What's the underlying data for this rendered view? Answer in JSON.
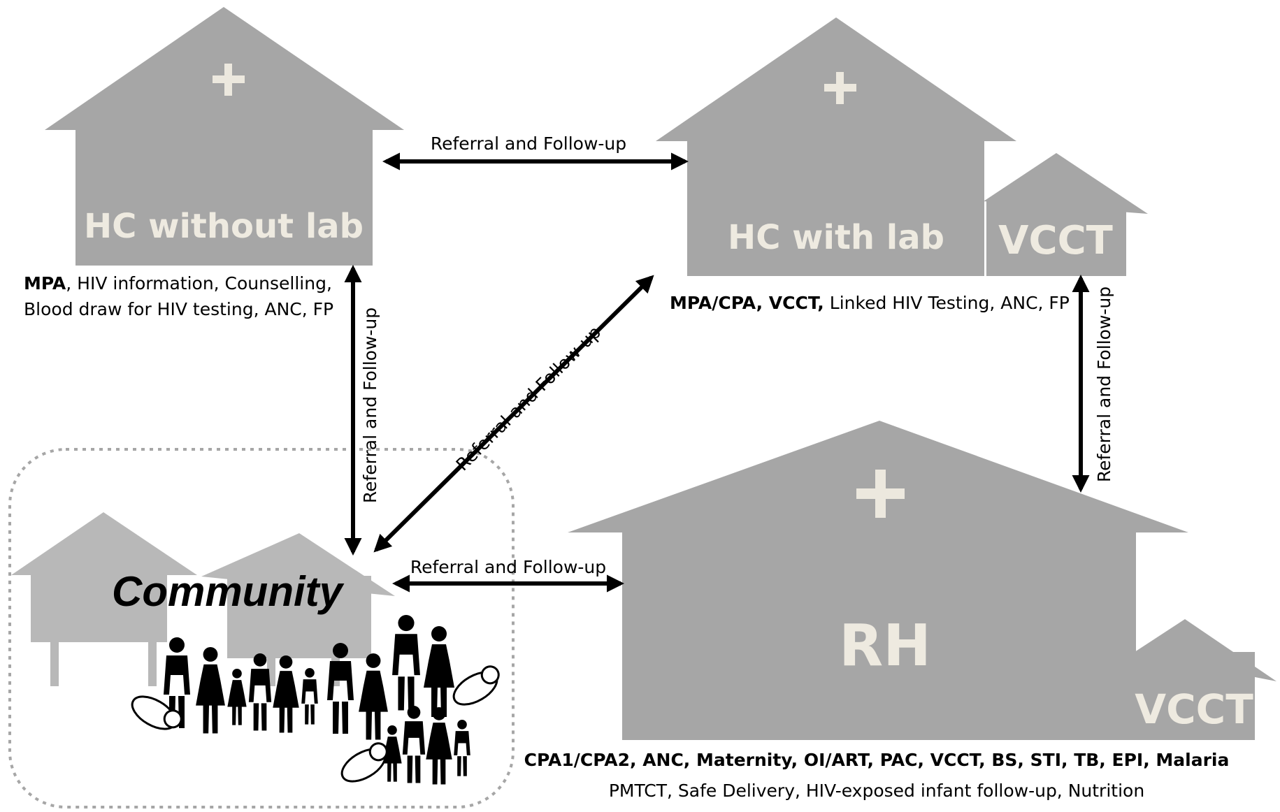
{
  "nodes": {
    "hc_without_lab": {
      "title": "HC without lab",
      "caption_bold": "MPA",
      "caption_line1": ", HIV information, Counselling,",
      "caption_line2": "Blood draw for HIV testing, ANC, FP"
    },
    "hc_with_lab": {
      "title": "HC with lab",
      "annex": "VCCT",
      "caption_bold": "MPA/CPA, VCCT,",
      "caption_rest": " Linked HIV Testing, ANC, FP"
    },
    "rh": {
      "title": "RH",
      "annex": "VCCT",
      "caption_bold": "CPA1/CPA2, ANC, Maternity, OI/ART, PAC, VCCT, BS, STI, TB, EPI, Malaria",
      "caption_line2": "PMTCT, Safe Delivery, HIV-exposed infant follow-up, Nutrition"
    },
    "community": {
      "title": "Community"
    }
  },
  "edges": [
    {
      "id": "hcwo-hcw",
      "label": "Referral and Follow-up"
    },
    {
      "id": "hcwo-community",
      "label": "Referral and Follow-up"
    },
    {
      "id": "hcw-community",
      "label": "Referral and Follow-up"
    },
    {
      "id": "hcw-rh",
      "label": "Referral and Follow-up"
    },
    {
      "id": "community-rh",
      "label": "Referral and Follow-up"
    }
  ],
  "colors": {
    "building": "#a6a6a6",
    "community_building": "#b8b8b8",
    "cross": "#ece8de",
    "title_text": "#eeeae0",
    "arrow": "#000000",
    "community_border": "#a6a6a6"
  }
}
